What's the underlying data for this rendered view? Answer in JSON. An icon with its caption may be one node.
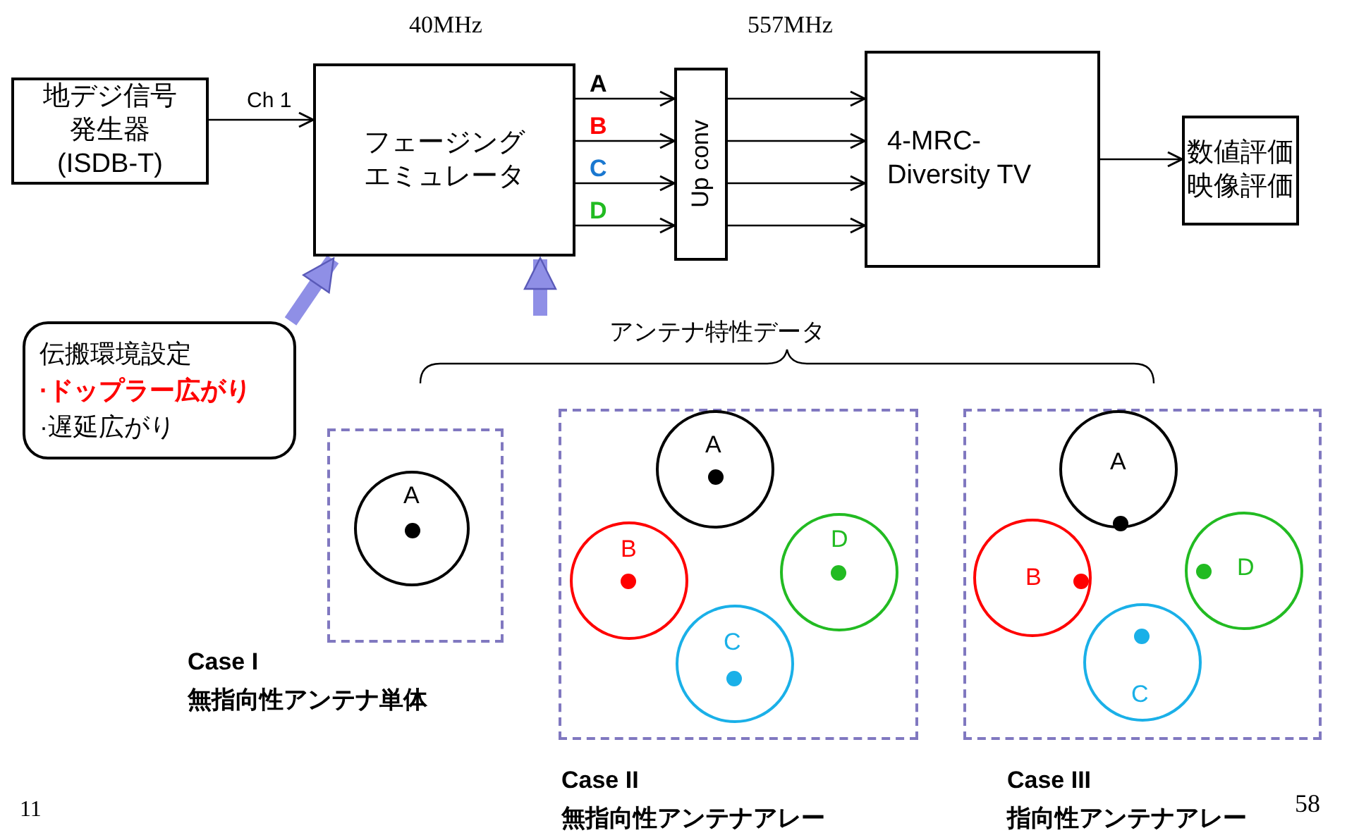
{
  "diagram": {
    "nodes": [
      {
        "text": [
          "地デジ信号発生器",
          "(ISDB-T)"
        ]
      },
      {
        "text": [
          "フェージングエミュレータ"
        ]
      },
      {
        "text": [
          "Up conv"
        ]
      },
      {
        "text": [
          "4-MRC-Diversity TV"
        ]
      },
      {
        "text": [
          "数値評価映像評価"
        ]
      },
      {
        "text": [
          "伝搬環境設定",
          "·ドップラー広がり",
          "·遅延広がり"
        ]
      },
      {
        "text": [
          "アンテナ特性データ"
        ]
      },
      {
        "text": [
          "Case I",
          "無指向性アンテナ単体"
        ]
      },
      {
        "text": [
          "A"
        ],
        "in": 7
      },
      {
        "text": [
          "Case II",
          "無指向性アンテナアレー"
        ]
      },
      {
        "text": [
          "A"
        ],
        "in": 9
      },
      {
        "text": [
          "B"
        ],
        "in": 9
      },
      {
        "text": [
          "D"
        ],
        "in": 9
      },
      {
        "text": [
          "C"
        ],
        "in": 9
      },
      {
        "text": [
          "Case III",
          "指向性アンテナアレー"
        ]
      },
      {
        "text": [
          "A"
        ],
        "in": 14
      },
      {
        "text": [
          "B"
        ],
        "in": 14
      },
      {
        "text": [
          "D"
        ],
        "in": 14
      },
      {
        "text": [
          "C"
        ],
        "in": 14
      }
    ],
    "edges": [
      {
        "from": 0,
        "to": 1,
        "arrow": "to",
        "label": "Ch 1"
      },
      {
        "from": 1,
        "to": 2,
        "arrow": "to",
        "label": "A"
      },
      {
        "from": 1,
        "to": 2,
        "arrow": "to",
        "label": "B"
      },
      {
        "from": 1,
        "to": 2,
        "arrow": "to",
        "label": "C"
      },
      {
        "from": 1,
        "to": 2,
        "arrow": "to",
        "label": "D"
      },
      {
        "from": 2,
        "to": 3,
        "arrow": "to"
      },
      {
        "from": 2,
        "to": 3,
        "arrow": "to"
      },
      {
        "from": 2,
        "to": 3,
        "arrow": "to"
      },
      {
        "from": 2,
        "to": 3,
        "arrow": "to"
      },
      {
        "from": 3,
        "to": 4,
        "arrow": "to"
      },
      {
        "from": 5,
        "to": 1,
        "arrow": "to",
        "style": "thick",
        "color": "#8f8fe6"
      },
      {
        "from": 6,
        "to": 1,
        "arrow": "to",
        "style": "thick",
        "color": "#8f8fe6"
      }
    ],
    "labels": [
      "40MHz",
      "557MHz",
      "11",
      "58"
    ]
  }
}
